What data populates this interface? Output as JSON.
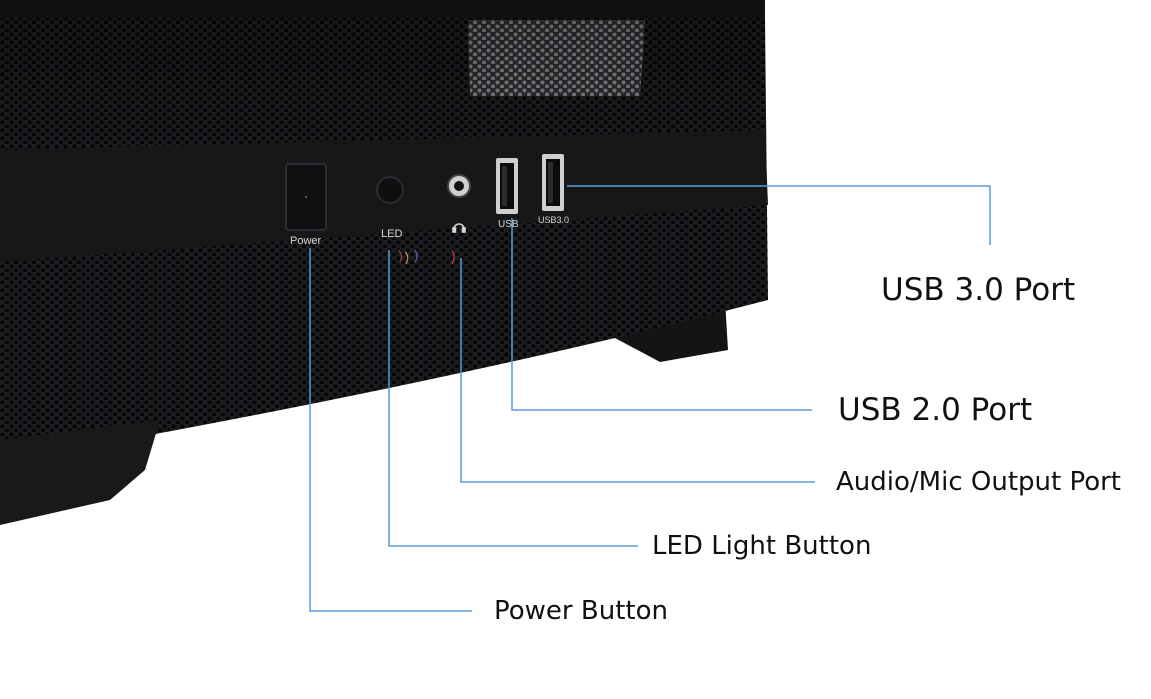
{
  "panel_labels": {
    "power": "Power",
    "led": "LED",
    "usb": "USB",
    "usb3": "USB3.0"
  },
  "callouts": {
    "usb3_port": "USB 3.0 Port",
    "usb2_port": "USB 2.0 Port",
    "audio_port": "Audio/Mic Output Port",
    "led_button": "LED Light Button",
    "power_button": "Power Button"
  },
  "colors": {
    "leader_line": "#5b9bd5",
    "case_body": "#1b1c1f",
    "panel_strip": "#151618",
    "mesh_hole": "#050506",
    "label_text": "#111111",
    "panel_text": "#d8d8d8"
  },
  "icons": {
    "headphone": "headphone-icon"
  }
}
